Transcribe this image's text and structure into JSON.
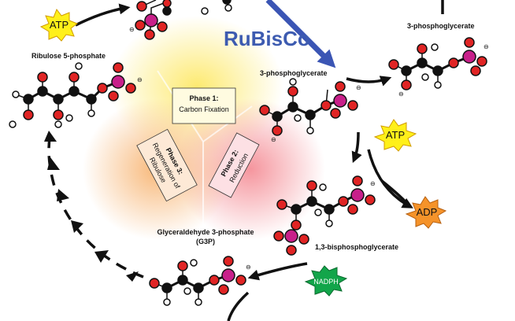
{
  "labels": {
    "ribulose": "Ribulose 5-phosphate",
    "pga_center": "3-phosphoglycerate",
    "pga_right": "3-phosphoglycerate",
    "bpg": "1,3-bisphosphoglycerate",
    "g3p_line1": "Glyceraldehyde 3-phosphate",
    "g3p_line2": "(G3P)",
    "rubisco": "RuBisCo"
  },
  "molecules": {
    "atp_top": "ATP",
    "atp_right": "ATP",
    "adp": "ADP",
    "nadph": "NADPH"
  },
  "phases": {
    "phase1": {
      "title": "Phase 1:",
      "body": "Carbon Fixation"
    },
    "phase2": {
      "title": "Phase 2:",
      "body": "Reduction"
    },
    "phase3": {
      "title": "Phase 3:",
      "body_line1": "Regeneration of",
      "body_line2": "Ribulose"
    }
  },
  "charge_symbol": "⊖",
  "colors": {
    "carbon": "#111111",
    "oxygen": "#e02424",
    "hydrogen": "#ffffff",
    "phosphorus": "#c8208a",
    "phase1_glow": "#fde96a",
    "phase2_glow": "#f48a93",
    "phase3_glow": "#f7b06a",
    "rubisco_arrow": "#3b55b4",
    "atp_burst": "#fff01a",
    "adp_burst": "#f5932a",
    "nadph_burst": "#12a54a"
  }
}
